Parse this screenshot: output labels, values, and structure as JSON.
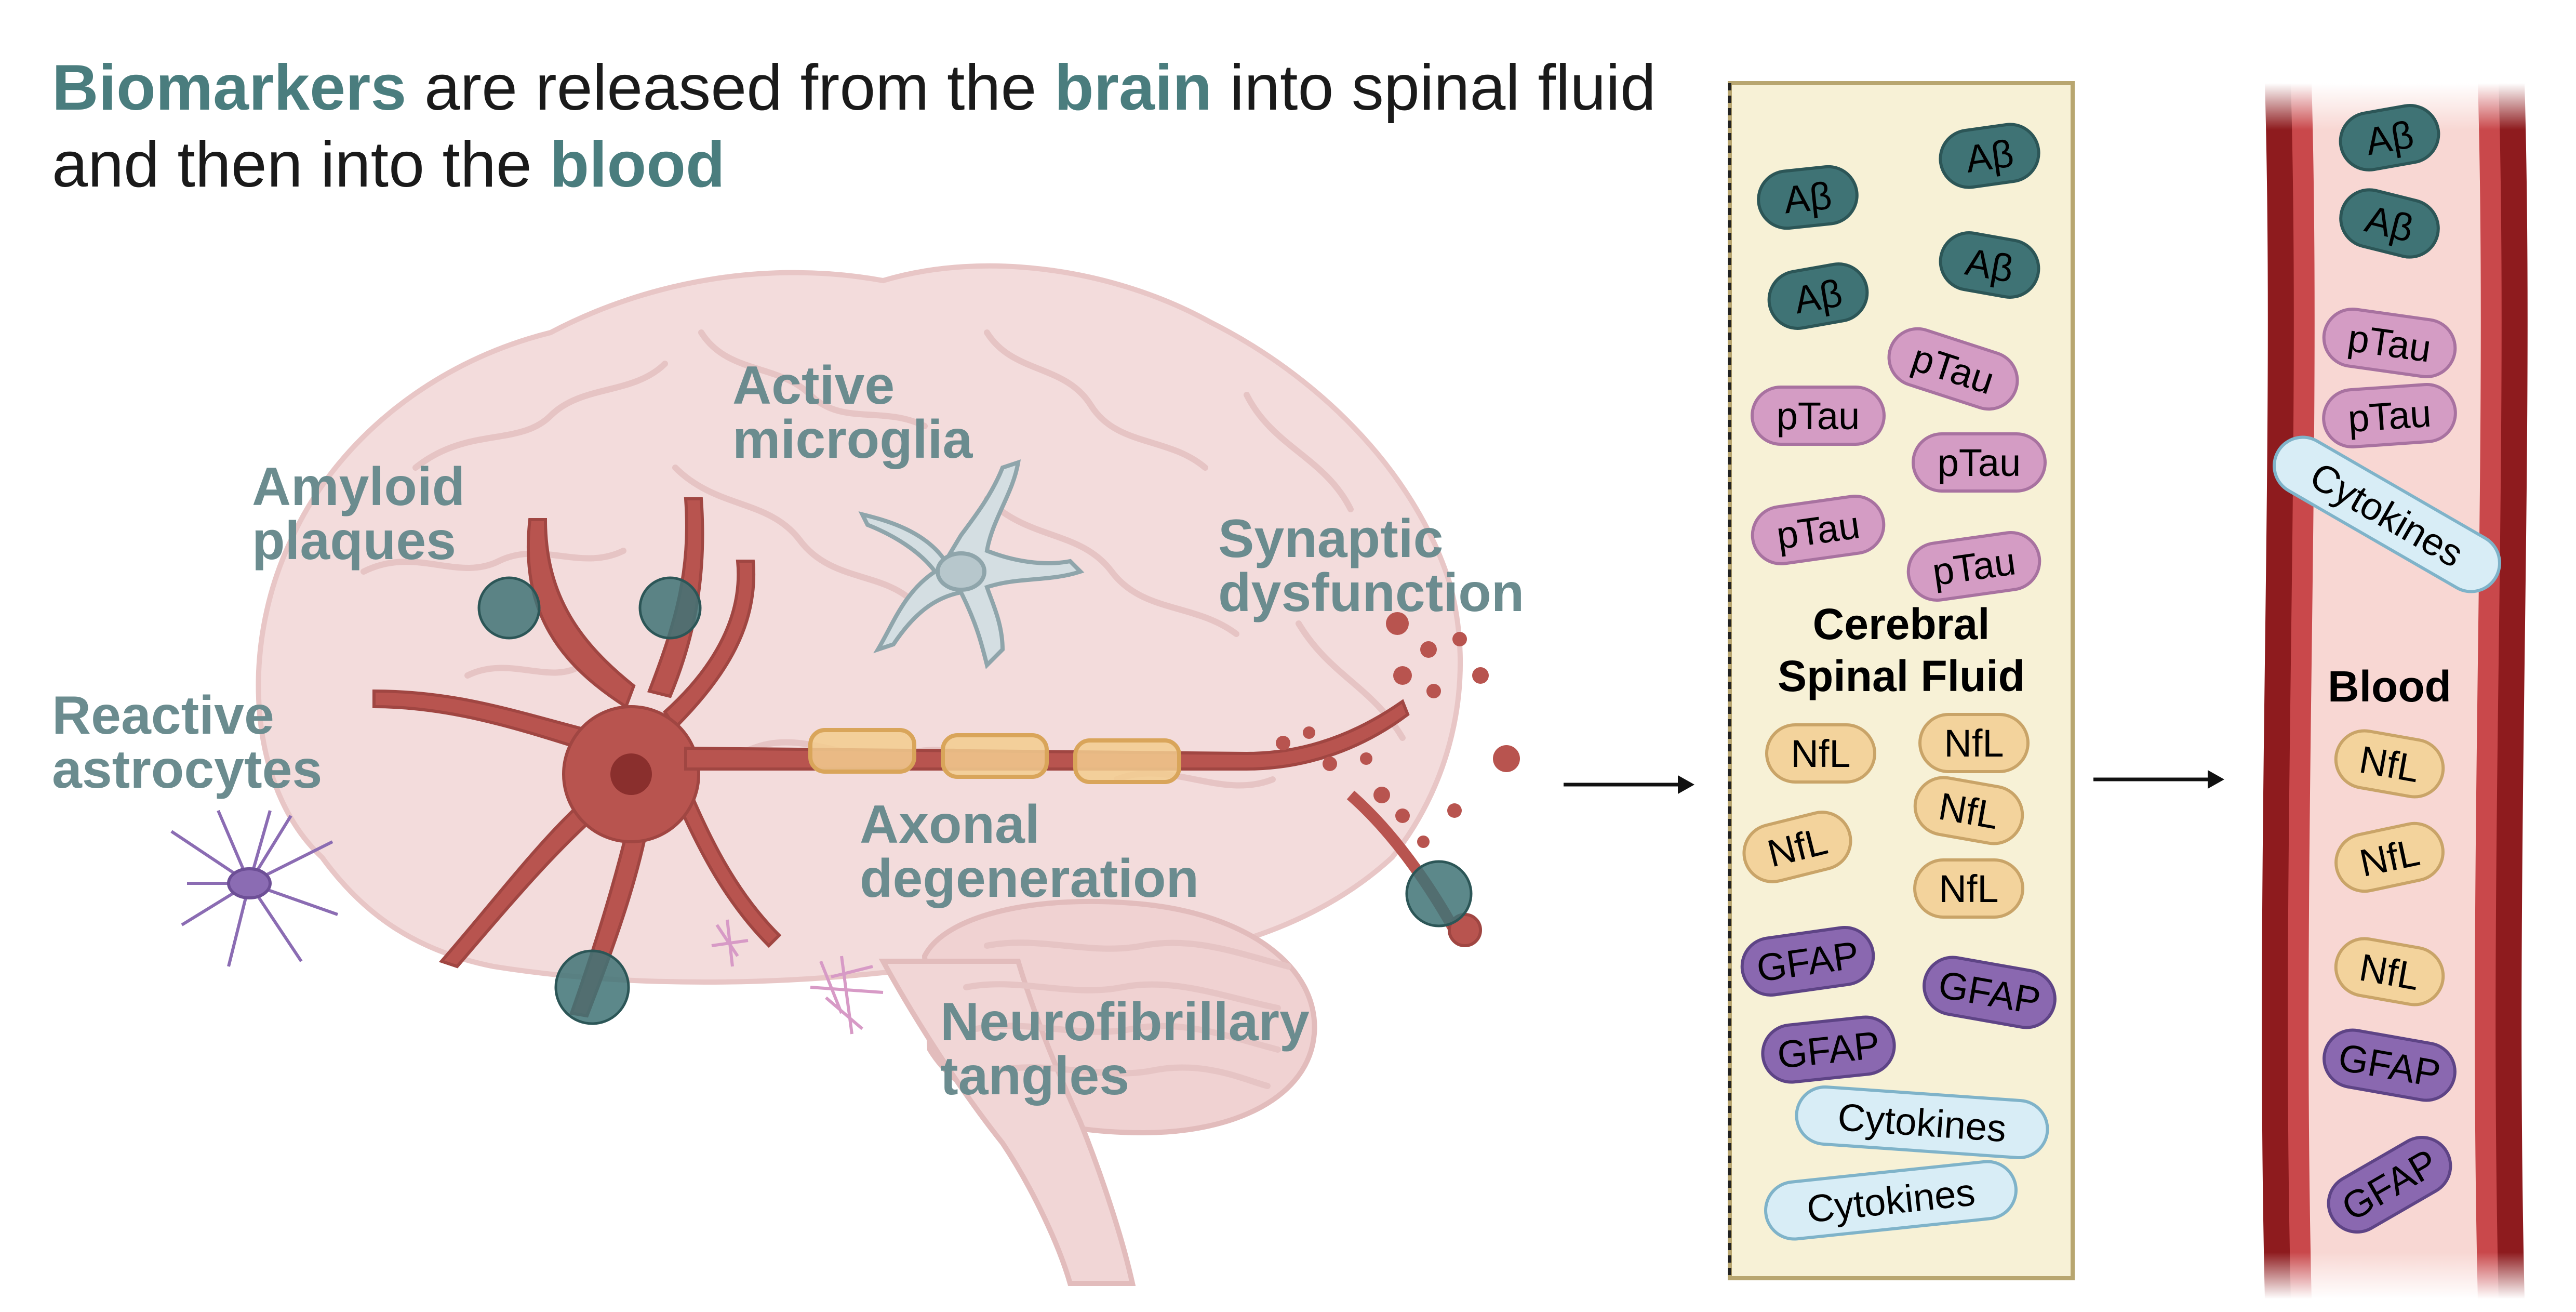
{
  "title": {
    "part1": "Biomarkers",
    "part2": " are released from the ",
    "part3": "brain",
    "part4": " into spinal fluid and then into the ",
    "part5": "blood"
  },
  "brain_labels": {
    "amyloid": "Amyloid\nplaques",
    "microglia": "Active\nmicroglia",
    "synaptic": "Synaptic\ndysfunction",
    "astrocytes": "Reactive\nastrocytes",
    "axonal": "Axonal\ndegeneration",
    "tangles": "Neurofibrillary\ntangles"
  },
  "csf": {
    "label_line1": "Cerebral",
    "label_line2": "Spinal Fluid",
    "pills": [
      {
        "text": "Aβ",
        "kind": "abeta"
      },
      {
        "text": "Aβ",
        "kind": "abeta"
      },
      {
        "text": "Aβ",
        "kind": "abeta"
      },
      {
        "text": "Aβ",
        "kind": "abeta"
      },
      {
        "text": "pTau",
        "kind": "ptau"
      },
      {
        "text": "pTau",
        "kind": "ptau"
      },
      {
        "text": "pTau",
        "kind": "ptau"
      },
      {
        "text": "pTau",
        "kind": "ptau"
      },
      {
        "text": "pTau",
        "kind": "ptau"
      },
      {
        "text": "NfL",
        "kind": "nfl"
      },
      {
        "text": "NfL",
        "kind": "nfl"
      },
      {
        "text": "NfL",
        "kind": "nfl"
      },
      {
        "text": "NfL",
        "kind": "nfl"
      },
      {
        "text": "NfL",
        "kind": "nfl"
      },
      {
        "text": "GFAP",
        "kind": "gfap"
      },
      {
        "text": "GFAP",
        "kind": "gfap"
      },
      {
        "text": "GFAP",
        "kind": "gfap"
      },
      {
        "text": "Cytokines",
        "kind": "cyto"
      },
      {
        "text": "Cytokines",
        "kind": "cyto"
      }
    ]
  },
  "blood": {
    "label": "Blood",
    "pills": [
      {
        "text": "Aβ",
        "kind": "abeta"
      },
      {
        "text": "Aβ",
        "kind": "abeta"
      },
      {
        "text": "pTau",
        "kind": "ptau"
      },
      {
        "text": "pTau",
        "kind": "ptau"
      },
      {
        "text": "Cytokines",
        "kind": "cyto"
      },
      {
        "text": "NfL",
        "kind": "nfl"
      },
      {
        "text": "NfL",
        "kind": "nfl"
      },
      {
        "text": "NfL",
        "kind": "nfl"
      },
      {
        "text": "GFAP",
        "kind": "gfap"
      },
      {
        "text": "GFAP",
        "kind": "gfap"
      }
    ]
  },
  "colors": {
    "title_highlight": "#4a7d7e",
    "brain_label": "#6b8c8f",
    "brain_fill": "#f3dcdc",
    "neuron": "#b8544f",
    "csf_fill": "#f7f1d6",
    "csf_border": "#b8a670",
    "vessel_wall": "#8e1b1e",
    "vessel_lumen": "#f8d7d3",
    "abeta_fill": "#3f7375",
    "ptau_fill": "#d49cc4",
    "nfl_fill": "#f3d39c",
    "gfap_fill": "#8a68b0",
    "cyto_fill": "#d8edf6"
  }
}
